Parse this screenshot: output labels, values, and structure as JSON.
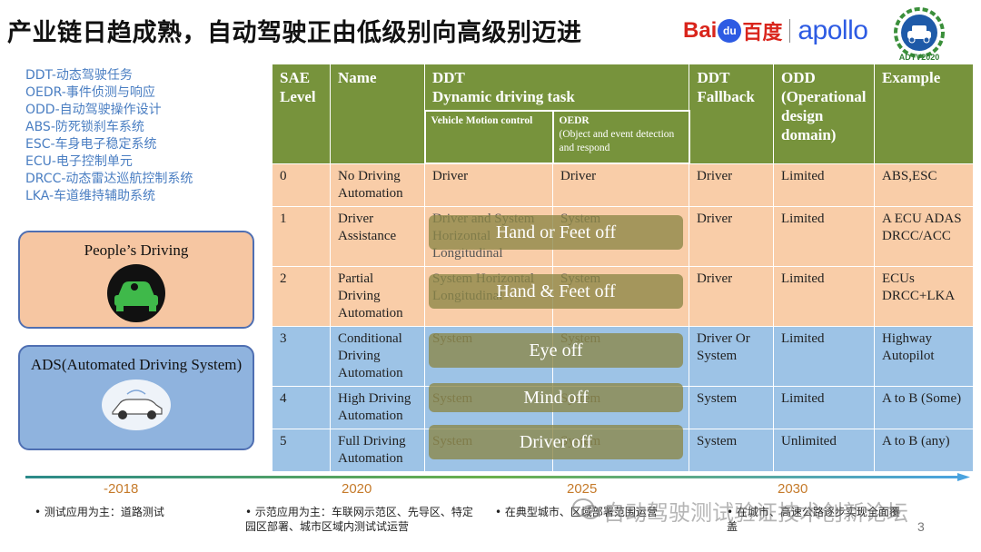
{
  "title": "产业链日趋成熟，自动驾驶正由低级别向高级别迈进",
  "logos": {
    "baidu_left": "Bai",
    "baidu_du": "du",
    "baidu_cn": "百度",
    "apollo": "apollo",
    "adtv": "ADTV2020"
  },
  "abbreviations": [
    "DDT-动态驾驶任务",
    "OEDR-事件侦测与响应",
    "ODD-自动驾驶操作设计",
    "ABS-防死锁刹车系统",
    "ESC-车身电子稳定系统",
    "ECU-电子控制单元",
    "DRCC-动态雷达巡航控制系统",
    "LKA-车道维持辅助系统"
  ],
  "boxes": {
    "people": "People’s Driving",
    "ads": "ADS(Automated Driving System)"
  },
  "table": {
    "headers": {
      "level": "SAE Level",
      "name": "Name",
      "ddt": "DDT",
      "ddt_sub": "Dynamic driving task",
      "vmc": "Vehicle Motion control",
      "oedr": "OEDR",
      "oedr_sub": "(Object and event detection and respond",
      "fallback": "DDT Fallback",
      "odd": "ODD (Operational design domain)",
      "example": "Example"
    },
    "rows": [
      {
        "level": "0",
        "name": "No Driving Automation",
        "vmc": "Driver",
        "oedr": "Driver",
        "fallback": "Driver",
        "odd": "Limited",
        "example": "ABS,ESC"
      },
      {
        "level": "1",
        "name": "Driver Assistance",
        "vmc": "Driver and System Horizontal Longitudinal",
        "oedr": "System",
        "fallback": "Driver",
        "odd": "Limited",
        "example": "A ECU ADAS DRCC/ACC"
      },
      {
        "level": "2",
        "name": "Partial Driving Automation",
        "vmc": "System Horizontal Longitudinal",
        "oedr": "System",
        "fallback": "Driver",
        "odd": "Limited",
        "example": "ECUs DRCC+LKA"
      },
      {
        "level": "3",
        "name": "Conditional Driving Automation",
        "vmc": "System",
        "oedr": "System",
        "fallback": "Driver Or System",
        "odd": "Limited",
        "example": "Highway Autopilot"
      },
      {
        "level": "4",
        "name": "High Driving Automation",
        "vmc": "System",
        "oedr": "System",
        "fallback": "System",
        "odd": "Limited",
        "example": "A to B (Some)"
      },
      {
        "level": "5",
        "name": "Full Driving Automation",
        "vmc": "System",
        "oedr": "System",
        "fallback": "System",
        "odd": "Unlimited",
        "example": "A to B (any)"
      }
    ]
  },
  "overlays": [
    "Hand or Feet off",
    "Hand & Feet off",
    "Eye off",
    "Mind off",
    "Driver off"
  ],
  "timeline": {
    "years": [
      "-2018",
      "2020",
      "2025",
      "2030"
    ],
    "notes": [
      "• 测试应用为主：道路测试",
      "• 示范应用为主：车联网示范区、先导区、特定园区部署、城市区域内测试试运营",
      "• 在典型城市、区域部署范围运营",
      "• 在城市、高速公路逐步实现全面覆盖"
    ]
  },
  "watermark": "自动驾驶测试验证技术创新论坛",
  "page_number": "3",
  "colors": {
    "header_green": "#77933c",
    "orange_row": "#f9cda8",
    "blue_row": "#9dc3e6",
    "abbr_text": "#4a7ec2"
  }
}
